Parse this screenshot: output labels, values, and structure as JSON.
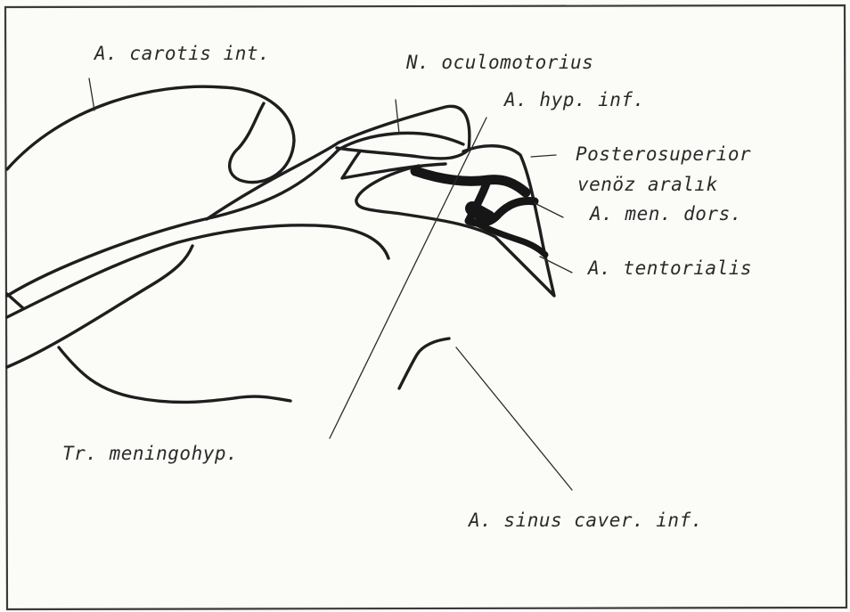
{
  "diagram": {
    "labels": {
      "carotis": "A. carotis int.",
      "oculomotorius": "N. oculomotorius",
      "hyp_inf": "A. hyp. inf.",
      "posterosuperior_line1": "Posterosuperior",
      "posterosuperior_line2": "venöz aralık",
      "men_dors": "A. men. dors.",
      "tentorialis": "A. tentorialis",
      "meningohyp": "Tr. meningohyp.",
      "sinus_caver": "A. sinus caver. inf."
    },
    "colors": {
      "ink": "#1e1e1e",
      "paper": "#fbfbf8",
      "border": "#3a3a3a"
    }
  }
}
